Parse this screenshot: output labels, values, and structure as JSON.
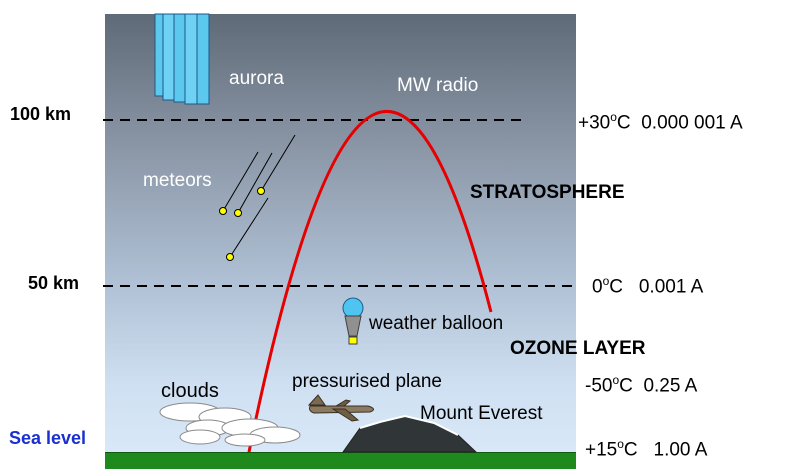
{
  "labels": {
    "aurora": "aurora",
    "mw_radio": "MW radio",
    "meteors": "meteors",
    "stratosphere": "STRATOSPHERE",
    "weather_balloon": "weather balloon",
    "ozone_layer": "OZONE LAYER",
    "clouds": "clouds",
    "pressurised_plane": "pressurised plane",
    "mount_everest": "Mount Everest",
    "sea_level": "Sea level",
    "alt_100": "100 km",
    "alt_50": "50 km"
  },
  "conditions": {
    "at_100km": {
      "temp_prefix": "+30",
      "temp_suffix": "C",
      "pressure": "0.000 001 A"
    },
    "at_50km": {
      "temp_prefix": "0",
      "temp_suffix": "C",
      "pressure": "0.001 A"
    },
    "mid": {
      "temp_prefix": "-50",
      "temp_suffix": "C",
      "pressure": "0.25 A"
    },
    "sea_level": {
      "temp_prefix": "+15",
      "temp_suffix": "C",
      "pressure": "1.00 A"
    }
  },
  "degree_symbol": "o",
  "colors": {
    "radio_arc": "#e60000",
    "ground": "#1e8a1e",
    "aurora": "#5cc8ee",
    "meteor": "#ffff00",
    "balloon": "#4fc4f0",
    "sea_level_text": "#1a2fd0"
  }
}
